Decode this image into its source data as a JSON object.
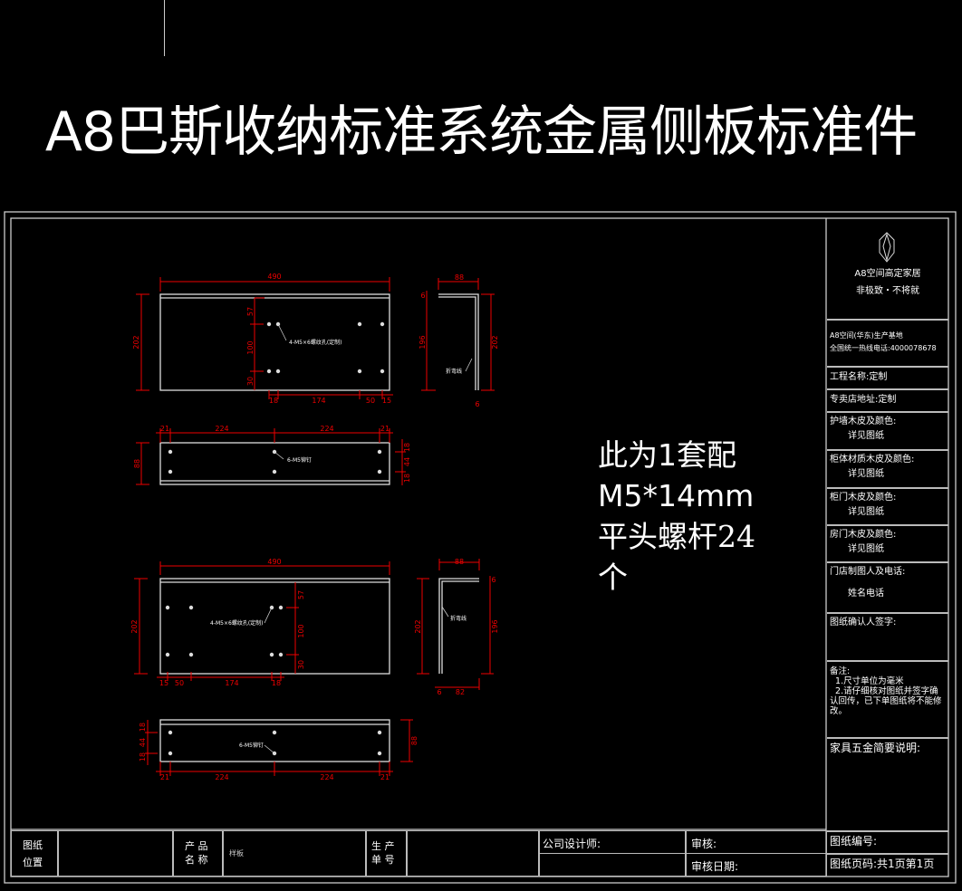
{
  "title": "A8巴斯收纳标准系统金属侧板标准件",
  "note_lines": [
    "此为1套配",
    "M5*14mm",
    "平头螺杆24",
    "个"
  ],
  "drawings": {
    "view_a": {
      "dims": [
        "490",
        "202",
        "57",
        "100",
        "30",
        "18",
        "174",
        "50",
        "15"
      ],
      "label": "4-M5×6螺纹孔(定制)"
    },
    "view_b": {
      "dims": [
        "88",
        "196",
        "202",
        "6",
        "6"
      ],
      "label": "折弯线"
    },
    "view_c": {
      "dims": [
        "21",
        "224",
        "224",
        "21",
        "88",
        "18",
        "44",
        "18"
      ],
      "label": "6-M5铆钉"
    },
    "view_d": {
      "dims": [
        "490",
        "202",
        "57",
        "100",
        "30",
        "15",
        "50",
        "174",
        "18"
      ],
      "label": "4-M5×6螺纹孔(定制)"
    },
    "view_e": {
      "dims": [
        "88",
        "202",
        "196",
        "6",
        "82",
        "6"
      ],
      "label": "折弯线"
    },
    "view_f": {
      "dims": [
        "18",
        "44",
        "18",
        "88",
        "21",
        "224",
        "224",
        "21"
      ],
      "label": "6-M5铆钉"
    }
  },
  "title_block": {
    "brand": "A8空间高定家居",
    "slogan": "非极致・不将就",
    "company_line1": "A8空间(华东)生产基地",
    "company_line2": "全国统一热线电话:4000078678",
    "project": "工程名称:定制",
    "store_address": "专卖店地址:定制",
    "wall_label": "护墙木皮及颜色:",
    "wall_value": "详见图纸",
    "cabinet_label": "柜体材质木皮及颜色:",
    "cabinet_value": "详见图纸",
    "door_label": "柜门木皮及颜色:",
    "door_value": "详见图纸",
    "room_door_label": "房门木皮及颜色:",
    "room_door_value": "详见图纸",
    "drafter_label": "门店制图人及电话:",
    "drafter_value": "姓名电话",
    "confirm_label": "图纸确认人签字:",
    "remarks": [
      "备注:",
      "  1.尺寸单位为毫米",
      "  2.请仔细核对图纸并签字确认回传，已下单图纸将不能修改。"
    ],
    "hardware_label": "家具五金简要说明:",
    "drawing_no": "图纸编号:",
    "page_no": "图纸页码:共1页第1页"
  },
  "bottom_bar": {
    "location": "图纸\n位置",
    "product_name_label": "产 品\n名 称",
    "product_name": "样板",
    "order_no_label": "生 产\n单 号",
    "designer": "公司设计师:",
    "reviewer": "审核:",
    "review_date": "审核日期:"
  }
}
